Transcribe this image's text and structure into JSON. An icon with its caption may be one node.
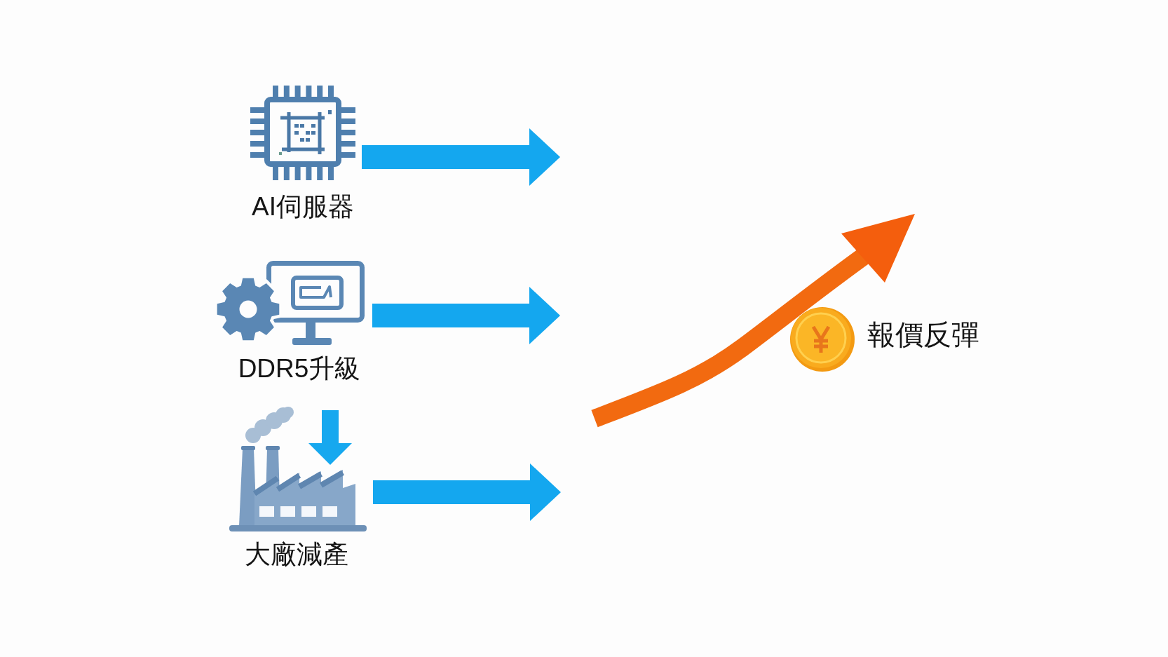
{
  "diagram": {
    "nodes": [
      {
        "text": [
          "AI伺服器"
        ]
      },
      {
        "text": [
          "DDR5升級"
        ]
      },
      {
        "text": [
          "大廠減產"
        ]
      },
      {
        "text": [
          "報價反彈"
        ]
      }
    ],
    "edges": [
      {
        "from": 0,
        "to": null,
        "arrow": "to"
      },
      {
        "from": 1,
        "to": null,
        "arrow": "to"
      },
      {
        "from": 2,
        "to": null,
        "arrow": "to"
      }
    ]
  }
}
